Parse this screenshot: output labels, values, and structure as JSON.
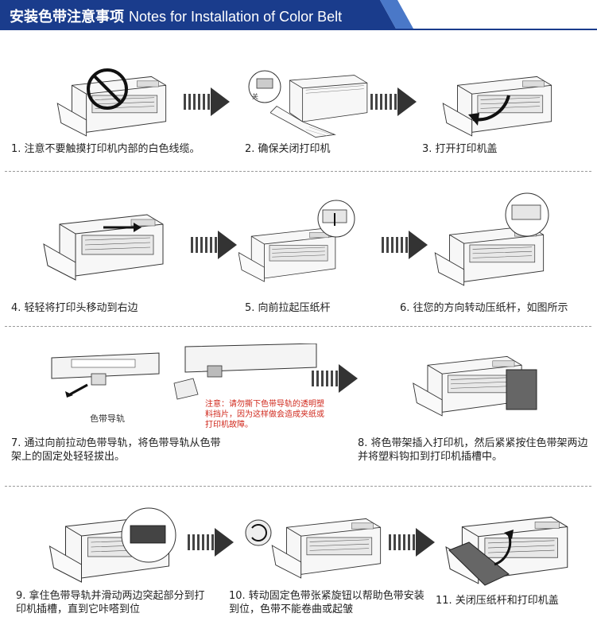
{
  "header": {
    "title_cn": "安装色带注意事项",
    "title_en": "Notes for Installation of Color Belt",
    "bg_color": "#1a3c8c",
    "accent_color": "#4a78c8"
  },
  "steps": [
    {
      "caption": "1. 注意不要触摸打印机内部的白色线缆。"
    },
    {
      "caption": "2. 确保关闭打印机"
    },
    {
      "caption": "3. 打开打印机盖"
    },
    {
      "caption": "4. 轻轻将打印头移动到右边"
    },
    {
      "caption": "5. 向前拉起压纸杆"
    },
    {
      "caption": "6. 往您的方向转动压纸杆，如图所示"
    },
    {
      "caption": "7. 通过向前拉动色带导轨，将色带导轨从色带架上的固定处轻轻拔出。"
    },
    {
      "caption": "8. 将色带架插入打印机，然后紧紧按住色带架两边并将塑料钩扣到打印机插槽中。"
    },
    {
      "caption": "9. 拿住色带导轨并滑动两边突起部分到打印机插槽，直到它咔嗒到位"
    },
    {
      "caption": "10. 转动固定色带张紧旋钮以帮助色带安装到位，色带不能卷曲或起皱"
    },
    {
      "caption": "11. 关闭压纸杆和打印机盖"
    }
  ],
  "ribbon_guide_label": "色带导轨",
  "warning_note": "注意：请勿撕下色带导轨的透明塑料挡片，因为这样做会造成夹纸或打印机故障。",
  "switch_label": "关",
  "icons": {
    "arrow": "right-arrow-icon",
    "prohibit": "no-touch-icon"
  }
}
